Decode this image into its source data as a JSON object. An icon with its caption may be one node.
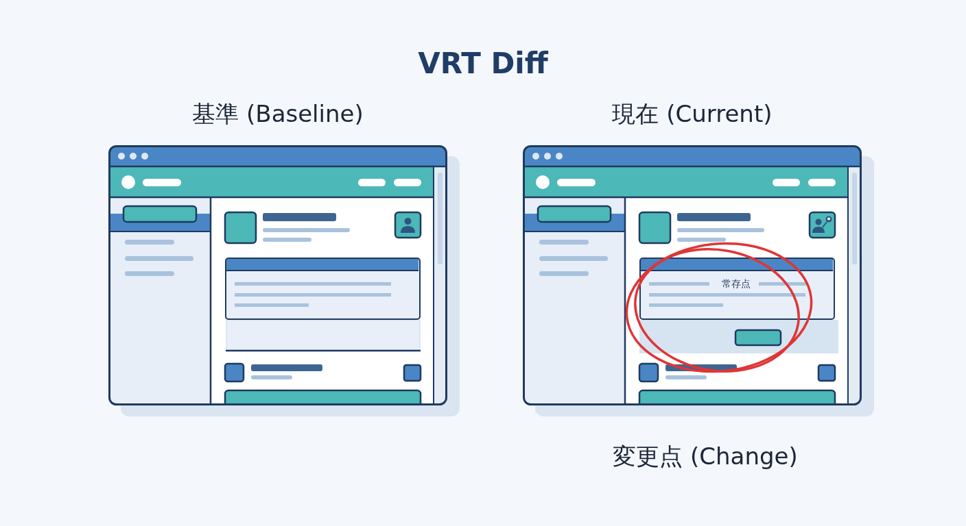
{
  "diagram": {
    "title": "VRT Diff",
    "nodes": [
      {
        "text": [
          "基準 (Baseline)"
        ]
      },
      {
        "text": [],
        "shape": "box",
        "in": 0
      },
      {
        "text": [
          "現在 (Current)"
        ]
      },
      {
        "text": [
          "常存点"
        ],
        "in": 2
      }
    ],
    "labels": [
      "変更点 (Change)"
    ]
  }
}
